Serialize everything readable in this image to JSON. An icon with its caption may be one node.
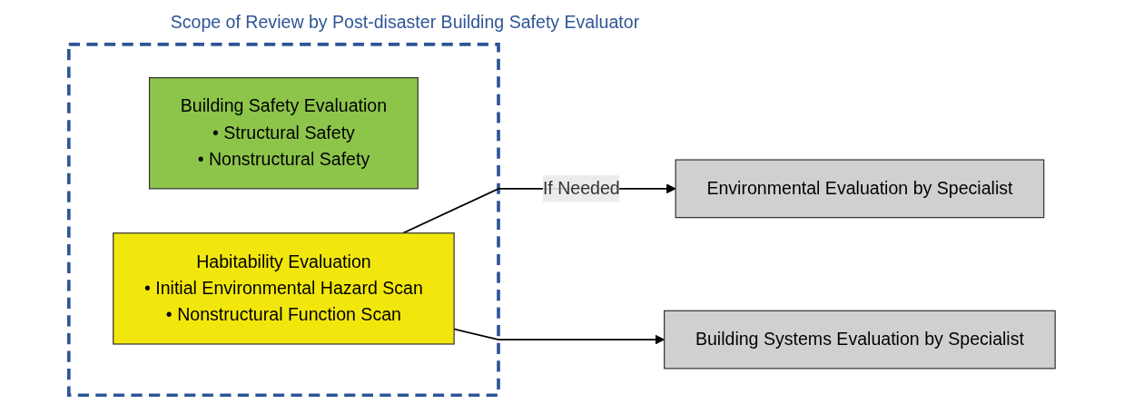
{
  "diagram": {
    "nodes": [
      {
        "text": [
          "Scope of Review by Post-disaster Building Safety Evaluator"
        ]
      },
      {
        "text": [
          "Building Safety Evaluation",
          "• Structural Safety",
          "• Nonstructural Safety"
        ],
        "in": 0
      },
      {
        "text": [
          "Habitability Evaluation",
          "• Initial Environmental Hazard Scan",
          "• Nonstructural Function Scan"
        ],
        "in": 0
      },
      {
        "text": [
          "Environmental Evaluation by Specialist"
        ]
      },
      {
        "text": [
          "Building Systems Evaluation by Specialist"
        ]
      }
    ],
    "edges": [
      {
        "from": 2,
        "to": 3,
        "label": "If Needed",
        "arrow": "to"
      },
      {
        "from": 2,
        "to": 4,
        "arrow": "to"
      }
    ]
  }
}
